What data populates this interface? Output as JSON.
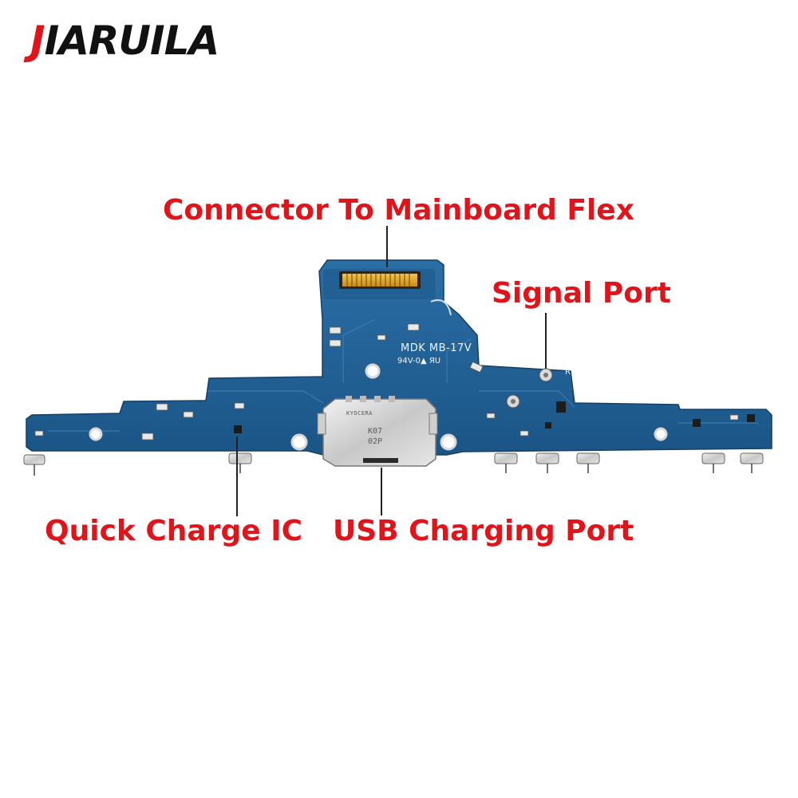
{
  "brand": {
    "first_letter": "J",
    "rest": "IARUILA"
  },
  "labels": {
    "connector": "Connector To Mainboard Flex",
    "signal_port": "Signal Port",
    "quick_charge_ic": "Quick Charge IC",
    "usb_charging_port": "USB Charging Port"
  },
  "board_printing": {
    "model": "MDK MB-17V",
    "rating": "94V-0▲ ЯU",
    "side_mark": "R"
  },
  "usb_connector_printing": {
    "brand": "KYOCERA",
    "code_line1": "K07",
    "code_line2": "02P"
  },
  "colors": {
    "label_red": "#e0141b",
    "brand_black": "#111111",
    "pcb_blue": "#1e5f95"
  }
}
